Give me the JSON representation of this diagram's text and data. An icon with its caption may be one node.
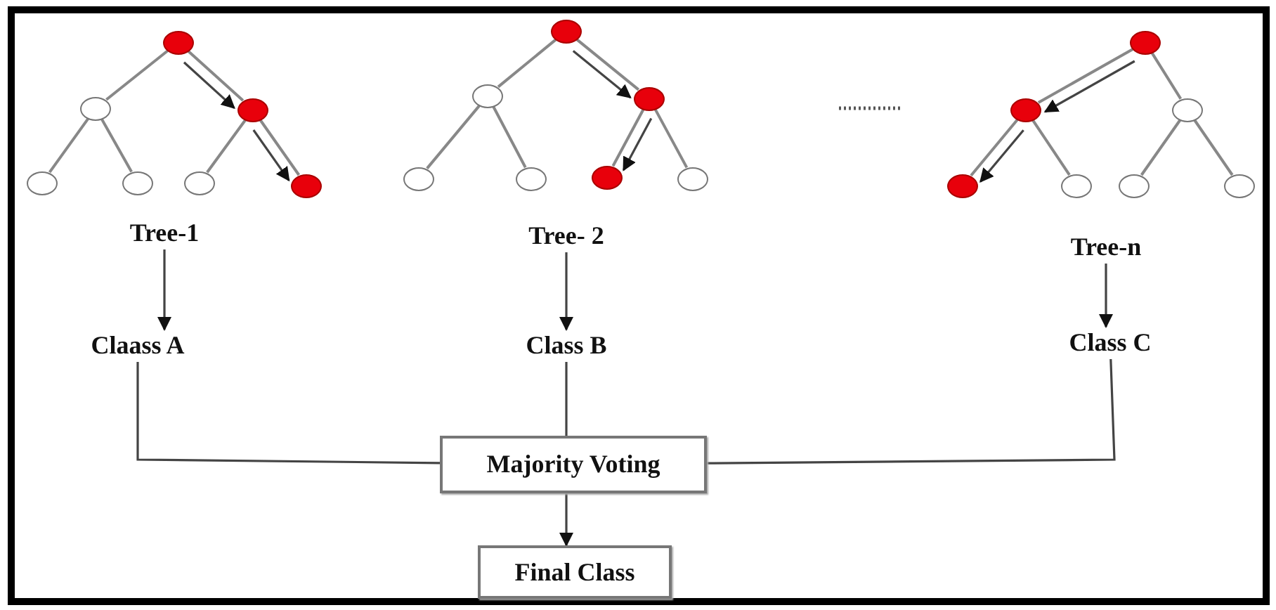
{
  "diagram": {
    "nodes": [
      {
        "text": [],
        "shape": "circle"
      },
      {
        "text": [],
        "shape": "circle"
      },
      {
        "text": [],
        "shape": "circle"
      },
      {
        "text": [],
        "shape": "circle"
      },
      {
        "text": [],
        "shape": "circle"
      },
      {
        "text": [],
        "shape": "circle"
      },
      {
        "text": [],
        "shape": "circle"
      },
      {
        "text": [],
        "shape": "circle"
      },
      {
        "text": [],
        "shape": "circle"
      },
      {
        "text": [],
        "shape": "circle"
      },
      {
        "text": [],
        "shape": "circle"
      },
      {
        "text": [],
        "shape": "circle"
      },
      {
        "text": [],
        "shape": "circle"
      },
      {
        "text": [],
        "shape": "circle"
      },
      {
        "text": [],
        "shape": "circle"
      },
      {
        "text": [],
        "shape": "circle"
      },
      {
        "text": [],
        "shape": "circle"
      },
      {
        "text": [],
        "shape": "circle"
      },
      {
        "text": [],
        "shape": "circle"
      },
      {
        "text": [],
        "shape": "circle"
      },
      {
        "text": [],
        "shape": "circle"
      },
      {
        "text": [
          "Tree-1"
        ]
      },
      {
        "text": [
          "Tree- 2"
        ]
      },
      {
        "text": [
          "Tree-n"
        ]
      },
      {
        "text": [
          "Claass A"
        ]
      },
      {
        "text": [
          "Class B"
        ]
      },
      {
        "text": [
          "Class C"
        ]
      },
      {
        "text": [
          "Majority Voting"
        ]
      },
      {
        "text": [
          "Final Class"
        ]
      }
    ],
    "edges": [
      {
        "from": 0,
        "to": 1,
        "arrow": "none"
      },
      {
        "from": 0,
        "to": 2,
        "arrow": "none"
      },
      {
        "from": 1,
        "to": 3,
        "arrow": "none"
      },
      {
        "from": 1,
        "to": 4,
        "arrow": "none"
      },
      {
        "from": 2,
        "to": 5,
        "arrow": "none"
      },
      {
        "from": 2,
        "to": 6,
        "arrow": "none"
      },
      {
        "from": 7,
        "to": 8,
        "arrow": "none"
      },
      {
        "from": 7,
        "to": 9,
        "arrow": "none"
      },
      {
        "from": 8,
        "to": 10,
        "arrow": "none"
      },
      {
        "from": 8,
        "to": 11,
        "arrow": "none"
      },
      {
        "from": 9,
        "to": 12,
        "arrow": "none"
      },
      {
        "from": 9,
        "to": 13,
        "arrow": "none"
      },
      {
        "from": 14,
        "to": 15,
        "arrow": "none"
      },
      {
        "from": 14,
        "to": 16,
        "arrow": "none"
      },
      {
        "from": 15,
        "to": 17,
        "arrow": "none"
      },
      {
        "from": 15,
        "to": 18,
        "arrow": "none"
      },
      {
        "from": 16,
        "to": 19,
        "arrow": "none"
      },
      {
        "from": 16,
        "to": 20,
        "arrow": "none"
      },
      {
        "from": 21,
        "to": 24,
        "arrow": "to"
      },
      {
        "from": 22,
        "to": 25,
        "arrow": "to"
      },
      {
        "from": 23,
        "to": 26,
        "arrow": "to"
      },
      {
        "from": 24,
        "to": 27,
        "arrow": "none"
      },
      {
        "from": 25,
        "to": 27,
        "arrow": "none"
      },
      {
        "from": 26,
        "to": 27,
        "arrow": "none"
      },
      {
        "from": 27,
        "to": 28,
        "arrow": "to"
      },
      {
        "from": 0,
        "to": 2,
        "arrow": "to"
      },
      {
        "from": 2,
        "to": 6,
        "arrow": "to"
      },
      {
        "from": 7,
        "to": 9,
        "arrow": "to"
      },
      {
        "from": 9,
        "to": 12,
        "arrow": "to"
      },
      {
        "from": 14,
        "to": 15,
        "arrow": "to"
      },
      {
        "from": 15,
        "to": 17,
        "arrow": "to"
      }
    ]
  }
}
